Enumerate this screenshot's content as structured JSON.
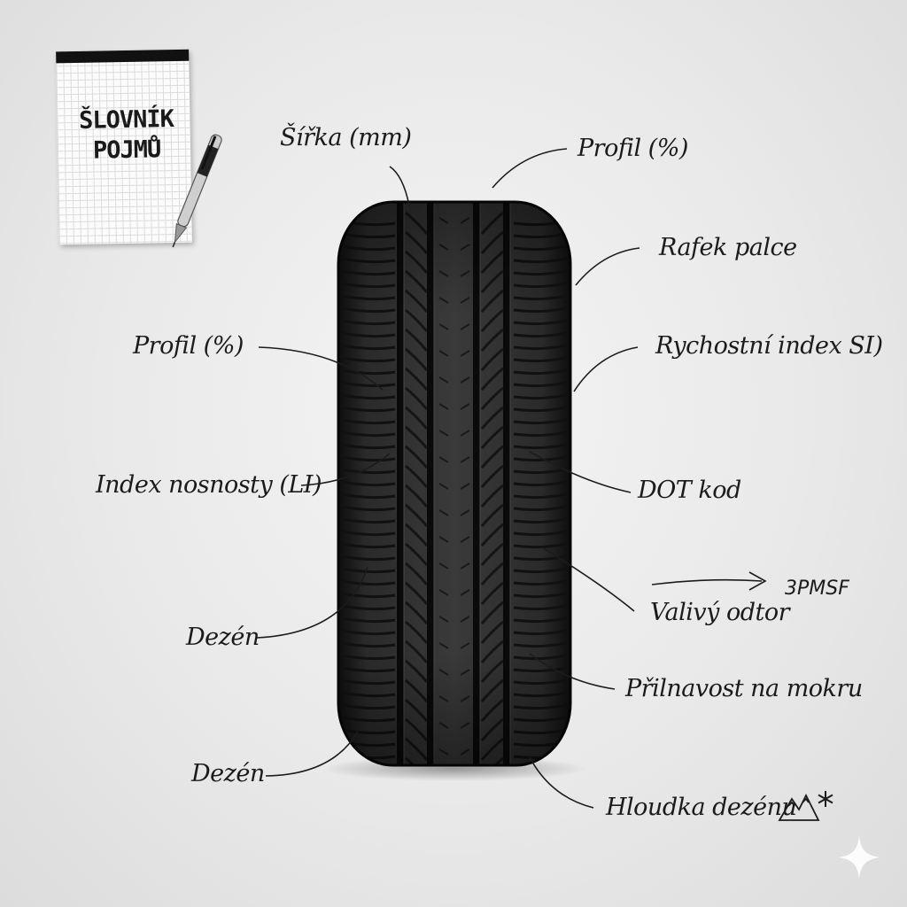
{
  "notepad": {
    "line1": "ŠLOVNÍK",
    "line2": "POJMŮ"
  },
  "labels": {
    "width": "Šířka (mm)",
    "profile_top": "Profil (%)",
    "rim": "Rafek palce",
    "speed_index": "Rychostní index SI)",
    "profile_left": "Profil (%)",
    "load_index": "Index nosnosty (LI)",
    "dot": "DOT kod",
    "rolling": "Valivý odtor",
    "mark_3pmsf": "3PMSF",
    "tread_left1": "Dezén",
    "wet_grip": "Přilnavost na mokru",
    "tread_left2": "Dezén",
    "tread_depth": "Hloudka dezénu"
  },
  "icons": {
    "snowflake_mountain": "mountain-snowflake-icon",
    "sparkle": "sparkle-icon",
    "pen": "pen-icon"
  }
}
